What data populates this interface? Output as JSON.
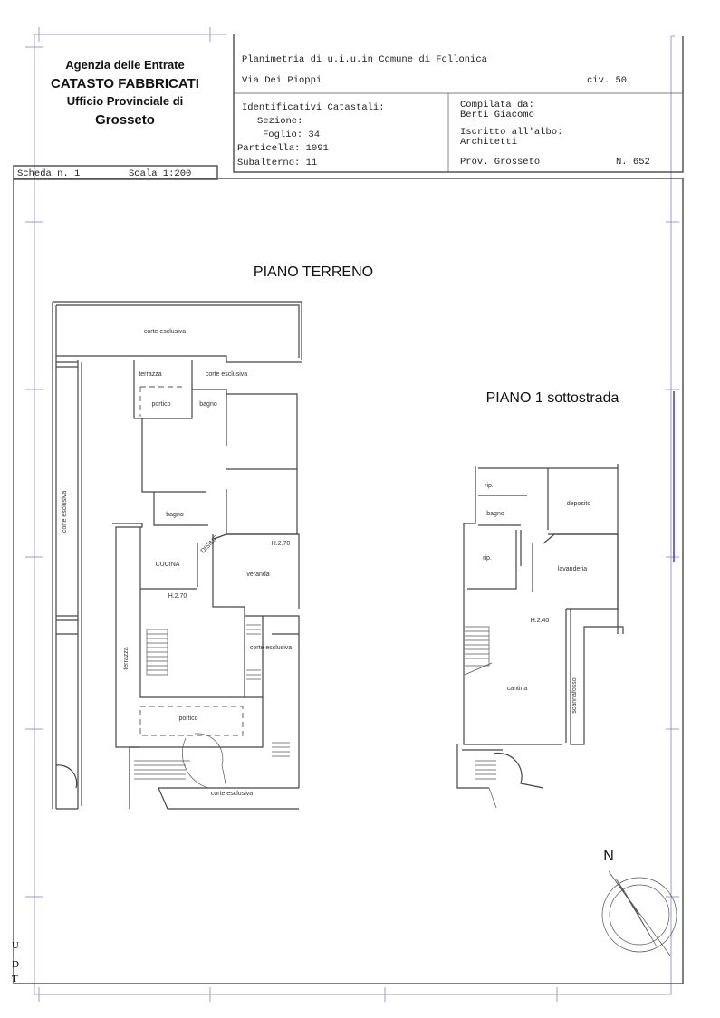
{
  "header": {
    "agency": "Agenzia delle Entrate",
    "registry": "CATASTO FABBRICATI",
    "office": "Ufficio Provinciale di",
    "office_city": "Grosseto",
    "plan_title": "Planimetria di u.i.u.in Comune di Follonica",
    "address": "Via Dei Pioppi",
    "civic": "civ. 50",
    "identifiers_title": "Identificativi Catastali:",
    "sezione": "Sezione:",
    "foglio": "Foglio: 34",
    "particella": "Particella: 1091",
    "subalterno": "Subalterno: 11",
    "compiled_by_label": "Compilata da:",
    "compiled_by": "Berti Giacomo",
    "register_label": "Iscritto all'albo:",
    "register": "Architetti",
    "province": "Prov. Grosseto",
    "number": "N. 652",
    "sheet": "Scheda n. 1",
    "scale": "Scala 1:200"
  },
  "plans": {
    "ground": {
      "title": "PIANO TERRENO",
      "rooms": {
        "corte_top": "corte esclusiva",
        "terrazza_top": "terrazza",
        "corte_mid": "corte esclusiva",
        "portico_top": "portico",
        "bagno1": "bagno",
        "bagno2": "bagno",
        "disimp": "DISIMP.",
        "cucina": "CUCINA",
        "veranda": "veranda",
        "h1": "H.2.70",
        "h2": "H.2.70",
        "corte_left": "corte esclusiva",
        "terrazza_left": "terrazza",
        "corte_right": "corte esclusiva",
        "portico_bottom": "portico",
        "corte_bottom": "corte esclusiva"
      }
    },
    "basement": {
      "title": "PIANO 1 sottostrada",
      "rooms": {
        "rip1": "rip.",
        "bagno": "bagno",
        "deposito": "deposito",
        "rip2": "rip.",
        "lavanderia": "lavanderia",
        "h": "H.2.40",
        "cantina": "cantina",
        "scannafosso": "scannafosso"
      }
    }
  },
  "compass": {
    "label": "N"
  },
  "footer": {
    "margin_letters": [
      "U",
      "D",
      "T"
    ]
  }
}
